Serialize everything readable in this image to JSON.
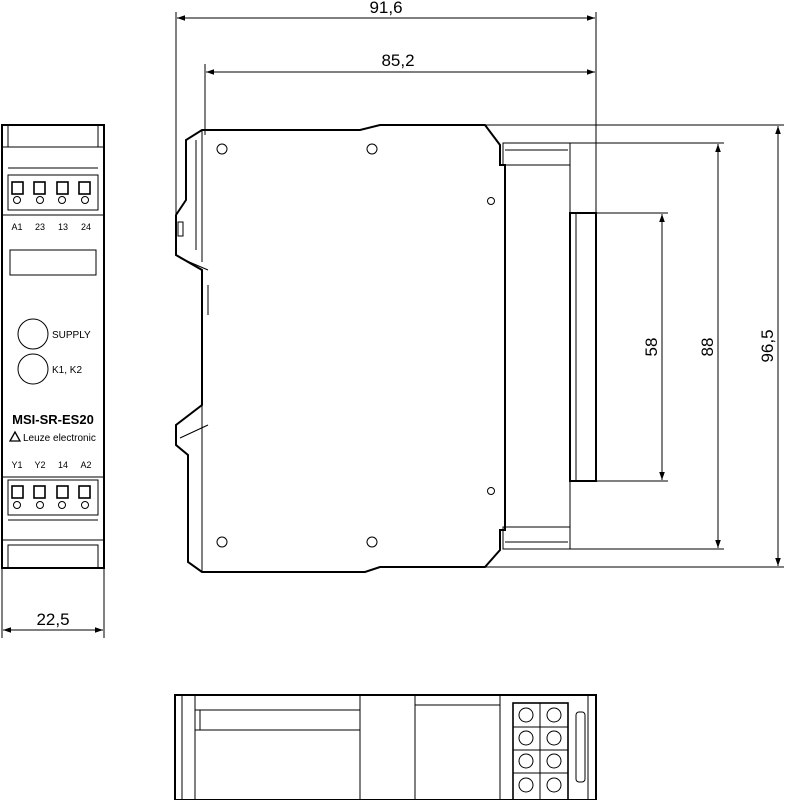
{
  "dimensions": {
    "overall_depth": "91,6",
    "body_depth": "85,2",
    "width": "22,5",
    "rail_height": "58",
    "clip_height": "88",
    "overall_height": "96,5"
  },
  "front_panel": {
    "top_terminals": [
      "A1",
      "23",
      "13",
      "24"
    ],
    "bottom_terminals": [
      "Y1",
      "Y2",
      "14",
      "A2"
    ],
    "led_supply": "SUPPLY",
    "led_relays": "K1, K2",
    "model": "MSI-SR-ES20",
    "brand": "Leuze electronic"
  }
}
